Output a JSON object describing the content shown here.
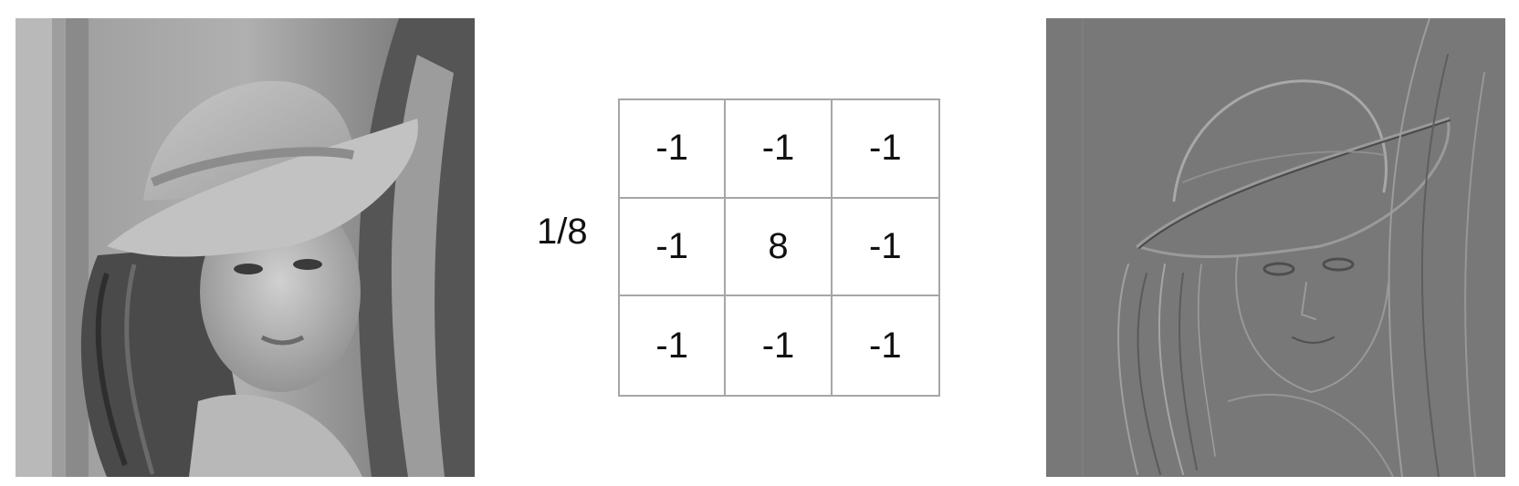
{
  "kernel": {
    "scale_label": "1/8",
    "rows": [
      [
        "-1",
        "-1",
        "-1"
      ],
      [
        "-1",
        "8",
        "-1"
      ],
      [
        "-1",
        "-1",
        "-1"
      ]
    ]
  },
  "images": {
    "left": "input-photo",
    "right": "filtered-edge-photo"
  },
  "colors": {
    "grid_line": "#a6a6a6",
    "text": "#111111",
    "edge_background": "#7a7a7a"
  }
}
